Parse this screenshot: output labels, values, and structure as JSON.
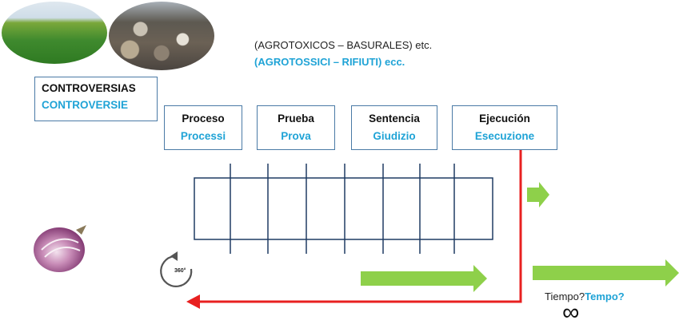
{
  "header": {
    "line_es": "(AGROTOXICOS – BASURALES) etc.",
    "line_it": "(AGROTOSSICI – RIFIUTI) ecc."
  },
  "controversias": {
    "es": "CONTROVERSIAS",
    "it": "CONTROVERSIE"
  },
  "stages": [
    {
      "es": "Proceso",
      "it": "Processi"
    },
    {
      "es": "Prueba",
      "it": "Prova"
    },
    {
      "es": "Sentencia",
      "it": "Giudizio"
    },
    {
      "es": "Ejecución",
      "it": "Esecuzione"
    }
  ],
  "icons": {
    "rotate": "rotate-360-icon",
    "onion": "onion-icon",
    "infinity": "infinity-icon"
  },
  "rotate_label": "360°",
  "footer": {
    "tiempo_es": "Tiempo?",
    "tiempo_it": "Tempo?",
    "infinity": "∞"
  },
  "colors": {
    "accent_blue": "#1fa3d6",
    "box_border": "#4a7aa6",
    "grid_line": "#1f3b63",
    "arrow_green": "#8ed04a",
    "arrow_red": "#e82020"
  }
}
